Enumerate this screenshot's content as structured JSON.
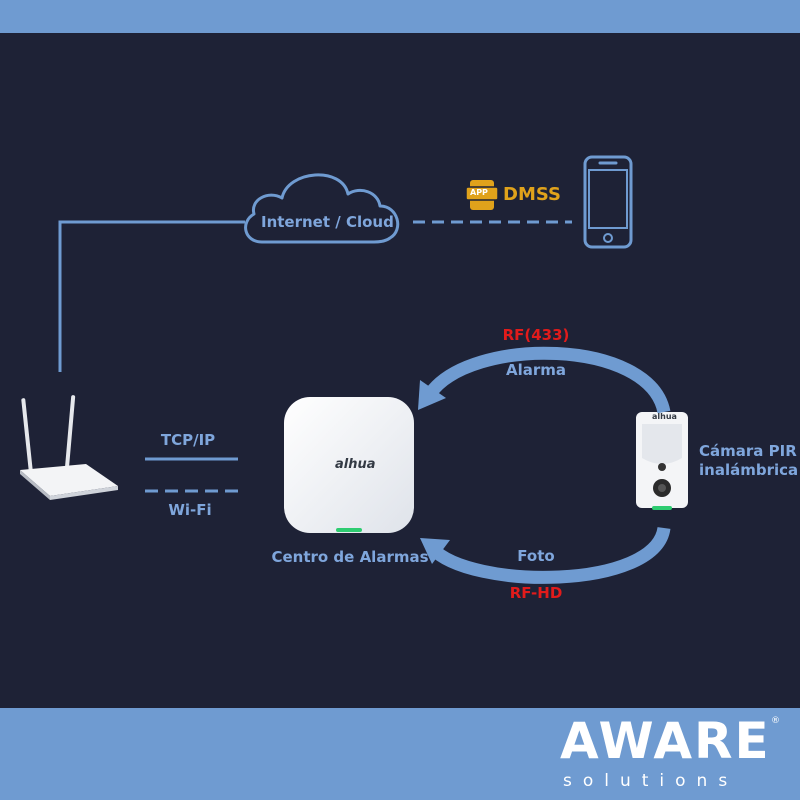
{
  "diagram": {
    "cloud_label": "Internet / Cloud",
    "app_badge": "APP",
    "app_name": "DMSS",
    "rf433_label": "RF(433)",
    "alarm_label": "Alarma",
    "tcpip_label": "TCP/IP",
    "wifi_label": "Wi-Fi",
    "hub_brand": "alhua",
    "hub_label": "Centro de Alarmas",
    "camera_brand": "alhua",
    "camera_label_line1": "Cámara PIR",
    "camera_label_line2": "inalámbrica",
    "photo_label": "Foto",
    "rfhd_label": "RF-HD"
  },
  "footer": {
    "brand_name": "AWARE",
    "brand_sub": "solutions",
    "brand_reg": "®"
  },
  "colors": {
    "background": "#1e2236",
    "band": "#6f9bd1",
    "line": "#6f9bd1",
    "label": "#7fa6dc",
    "accent_red": "#e11b1b",
    "accent_gold": "#e0a21b"
  }
}
